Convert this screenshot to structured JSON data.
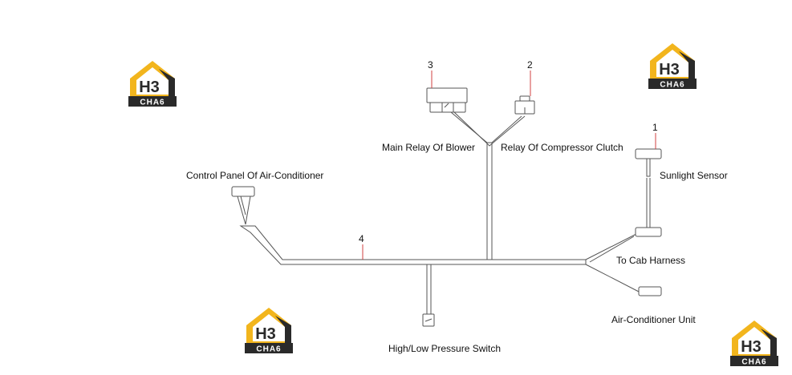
{
  "callouts": {
    "one": "1",
    "two": "2",
    "three": "3",
    "four": "4"
  },
  "labels": {
    "main_relay_blower": "Main Relay Of Blower",
    "relay_compressor_clutch": "Relay Of Compressor Clutch",
    "sunlight_sensor": "Sunlight Sensor",
    "control_panel": "Control Panel Of Air-Conditioner",
    "to_cab_harness": "To Cab Harness",
    "air_conditioner_unit": "Air-Conditioner Unit",
    "pressure_switch": "High/Low Pressure Switch"
  },
  "logo": {
    "top_text": "H3",
    "bottom_text": "CHA6",
    "accent_color": "#f2b51d",
    "dark_color": "#2a2a2a"
  },
  "colors": {
    "wire": "#555555",
    "leader": "#d04040"
  }
}
